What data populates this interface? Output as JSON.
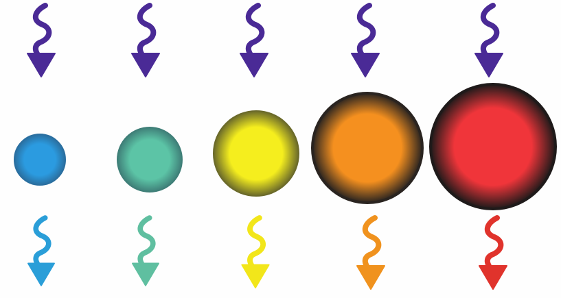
{
  "colors": {
    "background": "#fefefe",
    "incoming_arrow": "#4a2a96"
  },
  "incoming_arrow_icon": "wavy-down-arrow-icon",
  "emitted_arrow_icon": "wavy-down-arrow-icon",
  "items": [
    {
      "name": "blue",
      "sphere_color": "#2b9be0",
      "sphere_edge": "#2a6fa0",
      "emitted_arrow_color": "#2a9ed8"
    },
    {
      "name": "teal",
      "sphere_color": "#5cc4a6",
      "sphere_edge": "#3f7f78",
      "emitted_arrow_color": "#5fbfa0"
    },
    {
      "name": "yellow",
      "sphere_color": "#f5ee1e",
      "sphere_edge": "#6b6a2a",
      "emitted_arrow_color": "#f2e61a"
    },
    {
      "name": "orange",
      "sphere_color": "#f5901f",
      "sphere_edge": "#2a2420",
      "emitted_arrow_color": "#f0921e"
    },
    {
      "name": "red",
      "sphere_color": "#f0353a",
      "sphere_edge": "#1f1a1a",
      "emitted_arrow_color": "#e0332c"
    }
  ]
}
